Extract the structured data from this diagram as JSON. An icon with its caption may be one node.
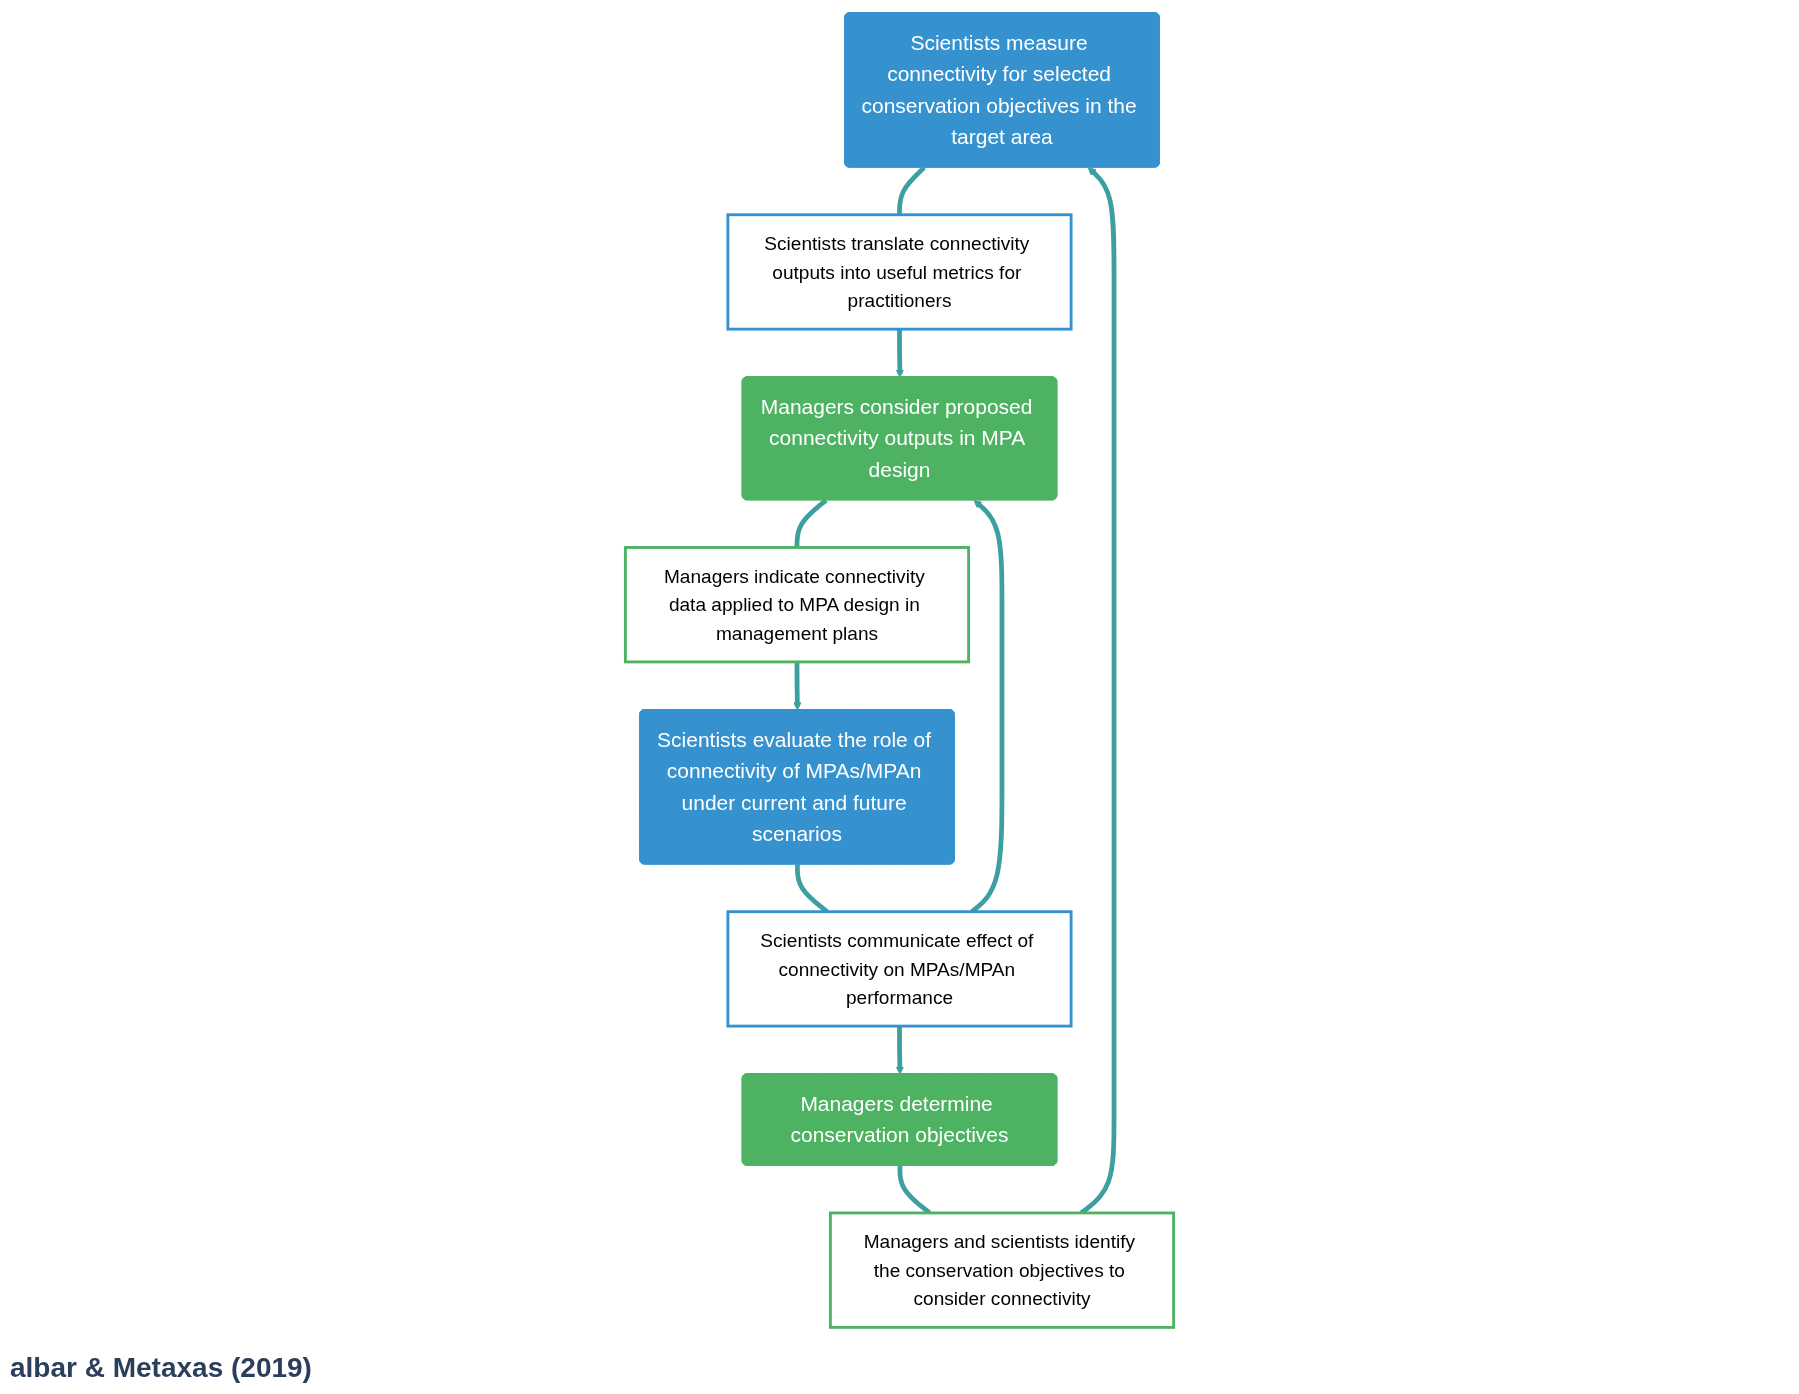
{
  "diagram": {
    "caption": "albar & Metaxas (2019)",
    "nodes": [
      {
        "text": [
          "Scientists measure connectivity for selected conservation objectives in the target area"
        ]
      },
      {
        "text": [
          "Managers and scientists identify the conservation objectives to consider connectivity"
        ]
      },
      {
        "text": [
          "Managers determine conservation objectives"
        ]
      },
      {
        "text": [
          "Scientists translate connectivity outputs into useful metrics for practitioners"
        ]
      },
      {
        "text": [
          "Managers consider proposed connectivity outputs in MPA design"
        ]
      },
      {
        "text": [
          "Scientists communicate effect of connectivity on MPAs/MPAn performance"
        ]
      },
      {
        "text": [
          "Managers indicate connectivity data applied to MPA design in management plans"
        ]
      },
      {
        "text": [
          "Scientists evaluate the role of connectivity of MPAs/MPAn under current and future scenarios"
        ]
      }
    ],
    "edges": [
      {
        "from": 2,
        "to": 1,
        "arrow": "none"
      },
      {
        "from": 1,
        "to": 0,
        "arrow": "to"
      },
      {
        "from": 0,
        "to": 3,
        "arrow": "none"
      },
      {
        "from": 3,
        "to": 4,
        "arrow": "to"
      },
      {
        "from": 4,
        "to": 6,
        "arrow": "none"
      },
      {
        "from": 6,
        "to": 7,
        "arrow": "to"
      },
      {
        "from": 7,
        "to": 5,
        "arrow": "none"
      },
      {
        "from": 5,
        "to": 4,
        "arrow": "to"
      },
      {
        "from": 5,
        "to": 2,
        "arrow": "to"
      }
    ]
  }
}
